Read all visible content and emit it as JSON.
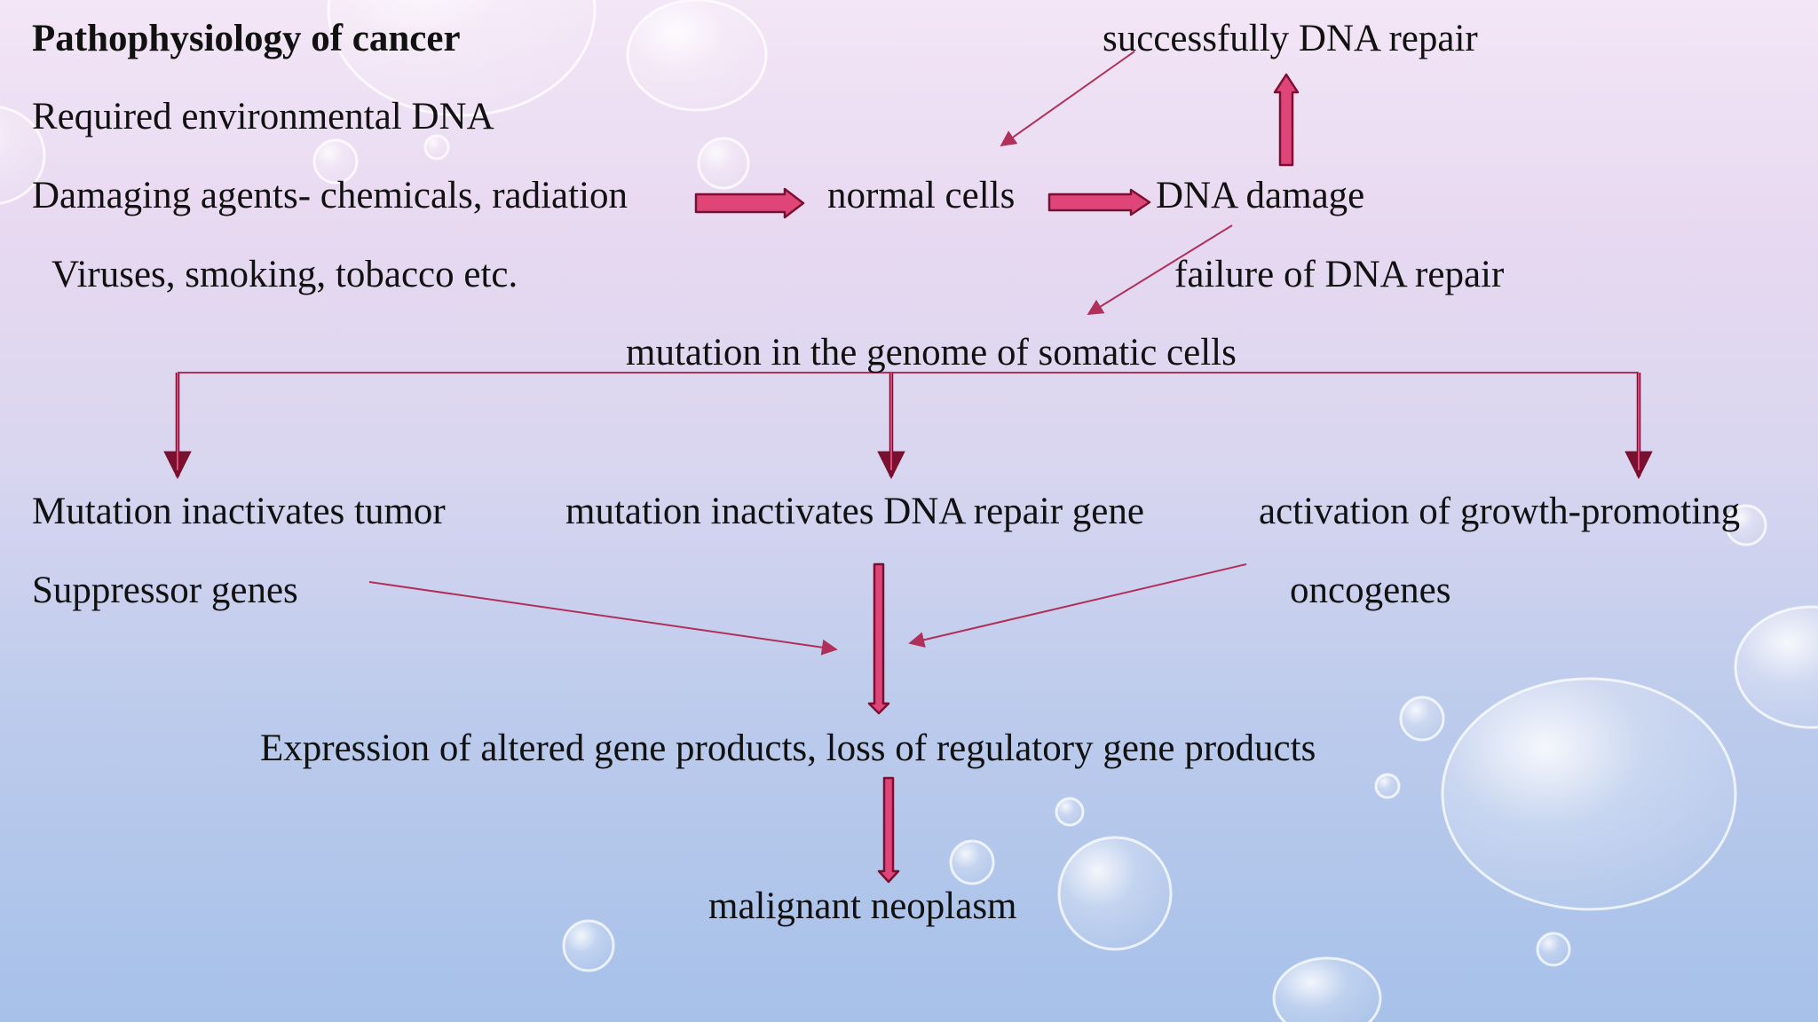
{
  "slide": {
    "title": "Pathophysiology of cancer",
    "cause_line1": "Required environmental DNA",
    "cause_line2": "Damaging agents- chemicals, radiation",
    "cause_line3": "Viruses, smoking, tobacco etc.",
    "normal_cells": "normal cells",
    "dna_damage": "DNA damage",
    "successful_repair": "successfully DNA repair",
    "failed_repair": "failure of DNA repair",
    "mutation_genome": "mutation in the genome of somatic cells",
    "tumor_suppressor_line1": "Mutation inactivates tumor",
    "tumor_suppressor_line2": "Suppressor genes",
    "dna_repair_gene": "mutation inactivates DNA repair gene",
    "growth_promoting_line1": "activation of growth-promoting",
    "growth_promoting_line2": "oncogenes",
    "expression": "Expression of altered gene products, loss of regulatory gene products",
    "neoplasm": "malignant neoplasm"
  },
  "colors": {
    "arrow_fill": "#e0457a",
    "arrow_stroke": "#7a1030",
    "thin_arrow": "#b0305a",
    "text": "#111111"
  }
}
